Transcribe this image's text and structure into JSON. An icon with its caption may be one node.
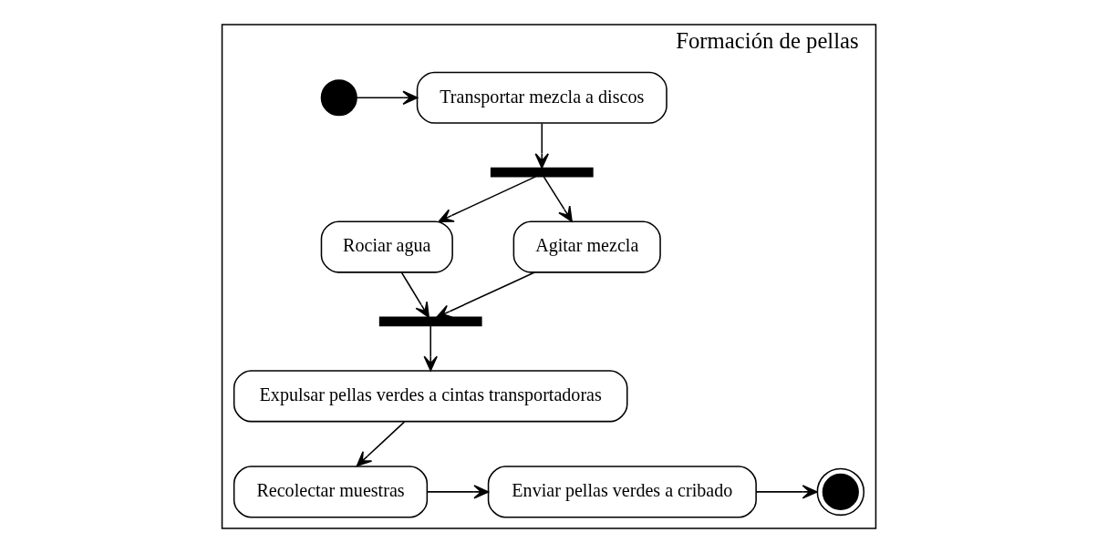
{
  "diagram": {
    "nodes": [
      {
        "text": [
          "Formación de pellas"
        ]
      },
      {
        "text": [],
        "shape": "circle",
        "in": 0
      },
      {
        "text": [
          "Transportar mezcla a discos"
        ],
        "in": 0
      },
      {
        "text": [],
        "shape": "bar",
        "in": 0
      },
      {
        "text": [
          "Rociar agua"
        ],
        "in": 0
      },
      {
        "text": [
          "Agitar mezcla"
        ],
        "in": 0
      },
      {
        "text": [],
        "shape": "bar",
        "in": 0
      },
      {
        "text": [
          "Expulsar pellas verdes a cintas transportadoras"
        ],
        "in": 0
      },
      {
        "text": [
          "Recolectar muestras"
        ],
        "in": 0
      },
      {
        "text": [
          "Enviar pellas verdes a cribado"
        ],
        "in": 0
      },
      {
        "text": [],
        "shape": "circle",
        "in": 0
      }
    ],
    "edges": [
      {
        "from": 1,
        "to": 2,
        "arrow": "to"
      },
      {
        "from": 2,
        "to": 3,
        "arrow": "to"
      },
      {
        "from": 3,
        "to": 4,
        "arrow": "to"
      },
      {
        "from": 3,
        "to": 5,
        "arrow": "to"
      },
      {
        "from": 4,
        "to": 6,
        "arrow": "to"
      },
      {
        "from": 5,
        "to": 6,
        "arrow": "to"
      },
      {
        "from": 6,
        "to": 7,
        "arrow": "to"
      },
      {
        "from": 7,
        "to": 8,
        "arrow": "to"
      },
      {
        "from": 8,
        "to": 9,
        "arrow": "to"
      },
      {
        "from": 9,
        "to": 10,
        "arrow": "to"
      }
    ]
  }
}
